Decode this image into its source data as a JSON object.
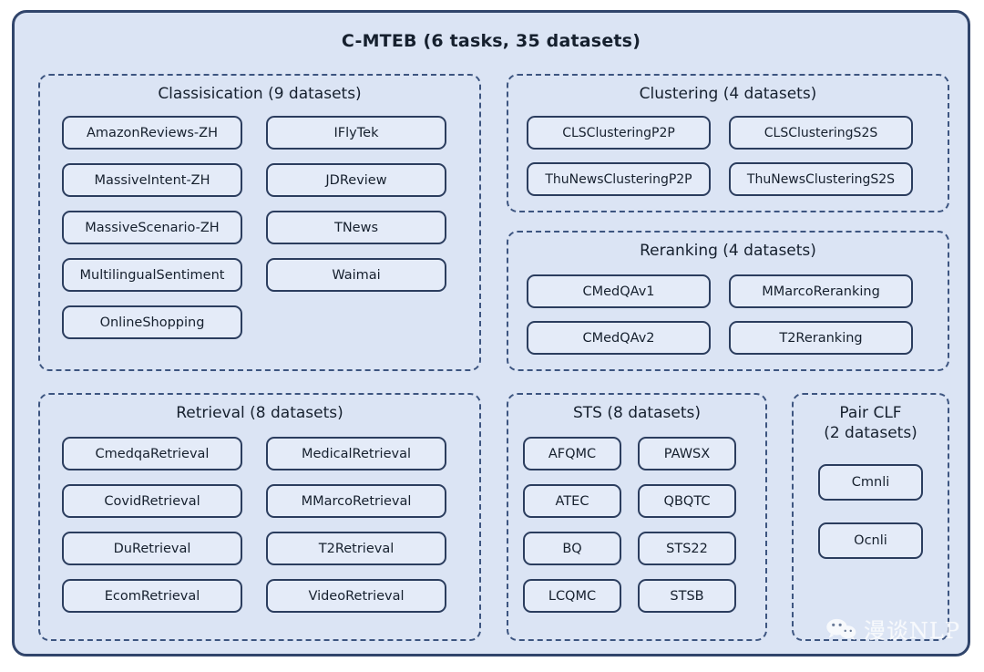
{
  "diagram": {
    "title": "C-MTEB (6 tasks, 35 datasets)",
    "colors": {
      "outer_fill": "#dbe4f4",
      "outer_border": "#31456b",
      "group_border": "#3d5580",
      "box_fill": "#e4ebf8",
      "box_border": "#2b3d5e",
      "text": "#16202e",
      "watermark": "#ffffff"
    },
    "groups": [
      {
        "id": "classification",
        "title": "Classisication (9 datasets)",
        "datasets": [
          "AmazonReviews-ZH",
          "IFlyTek",
          "MassiveIntent-ZH",
          "JDReview",
          "MassiveScenario-ZH",
          "TNews",
          "MultilingualSentiment",
          "Waimai",
          "OnlineShopping"
        ]
      },
      {
        "id": "clustering",
        "title": "Clustering (4 datasets)",
        "datasets": [
          "CLSClusteringP2P",
          "CLSClusteringS2S",
          "ThuNewsClusteringP2P",
          "ThuNewsClusteringS2S"
        ]
      },
      {
        "id": "reranking",
        "title": "Reranking (4 datasets)",
        "datasets": [
          "CMedQAv1",
          "MMarcoReranking",
          "CMedQAv2",
          "T2Reranking"
        ]
      },
      {
        "id": "retrieval",
        "title": "Retrieval (8 datasets)",
        "datasets": [
          "CmedqaRetrieval",
          "MedicalRetrieval",
          "CovidRetrieval",
          "MMarcoRetrieval",
          "DuRetrieval",
          "T2Retrieval",
          "EcomRetrieval",
          "VideoRetrieval"
        ]
      },
      {
        "id": "sts",
        "title": "STS (8 datasets)",
        "datasets": [
          "AFQMC",
          "PAWSX",
          "ATEC",
          "QBQTC",
          "BQ",
          "STS22",
          "LCQMC",
          "STSB"
        ]
      },
      {
        "id": "pairclf",
        "title": "Pair CLF\n(2 datasets)",
        "datasets": [
          "Cmnli",
          "Ocnli"
        ]
      }
    ]
  },
  "watermark": {
    "icon": "wechat-icon",
    "text": "漫谈NLP"
  }
}
